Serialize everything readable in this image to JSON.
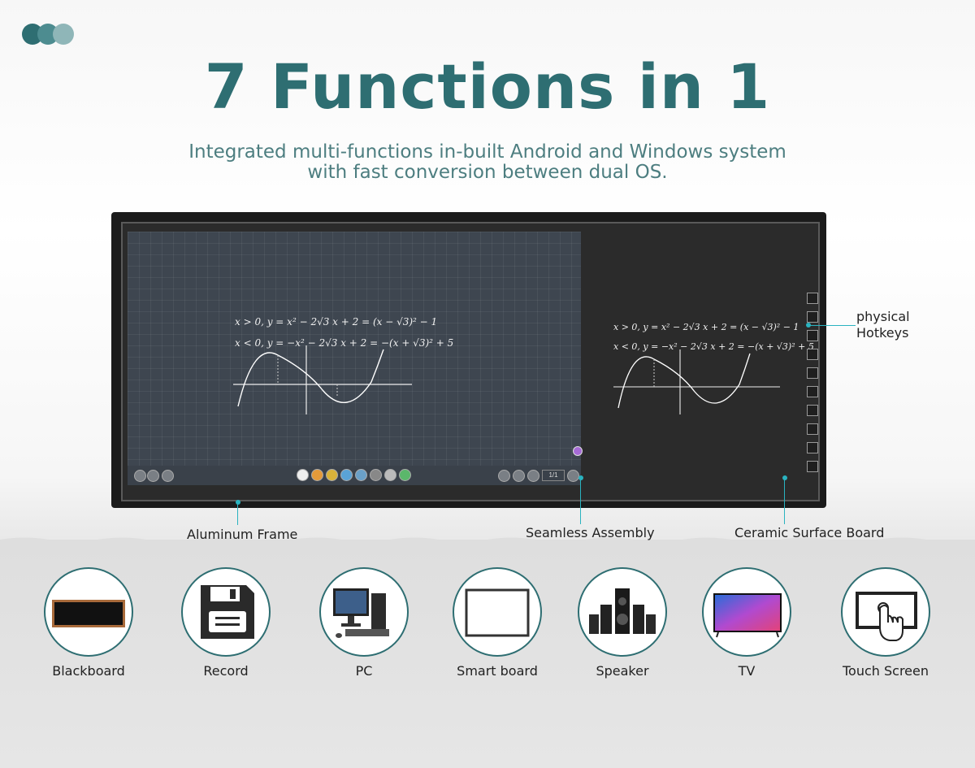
{
  "header": {
    "title": "7 Functions in 1",
    "subtitle_line1": "Integrated multi-functions in-built Android and Windows system",
    "subtitle_line2": "with fast conversion between dual OS."
  },
  "callouts": {
    "hotkeys_line1": "physical",
    "hotkeys_line2": "Hotkeys",
    "frame": "Aluminum Frame",
    "seamless": "Seamless Assembly",
    "ceramic": "Ceramic Surface Board"
  },
  "board": {
    "page_indicator": "1/1",
    "math_line1": "x > 0,  y = x² − 2√3 x + 2 = (x − √3)² − 1",
    "math_line2": "x < 0,  y = −x² − 2√3 x + 2 = −(x + √3)² + 5"
  },
  "functions": [
    {
      "label": "Blackboard",
      "icon": "blackboard-icon"
    },
    {
      "label": "Record",
      "icon": "floppy-disk-icon"
    },
    {
      "label": "PC",
      "icon": "desktop-computer-icon"
    },
    {
      "label": "Smart board",
      "icon": "whiteboard-icon"
    },
    {
      "label": "Speaker",
      "icon": "speaker-system-icon"
    },
    {
      "label": "TV",
      "icon": "tv-icon"
    },
    {
      "label": "Touch Screen",
      "icon": "touch-screen-icon"
    }
  ],
  "colors": {
    "brand": "#2e6e72",
    "accent_line": "#2ab3c0"
  }
}
